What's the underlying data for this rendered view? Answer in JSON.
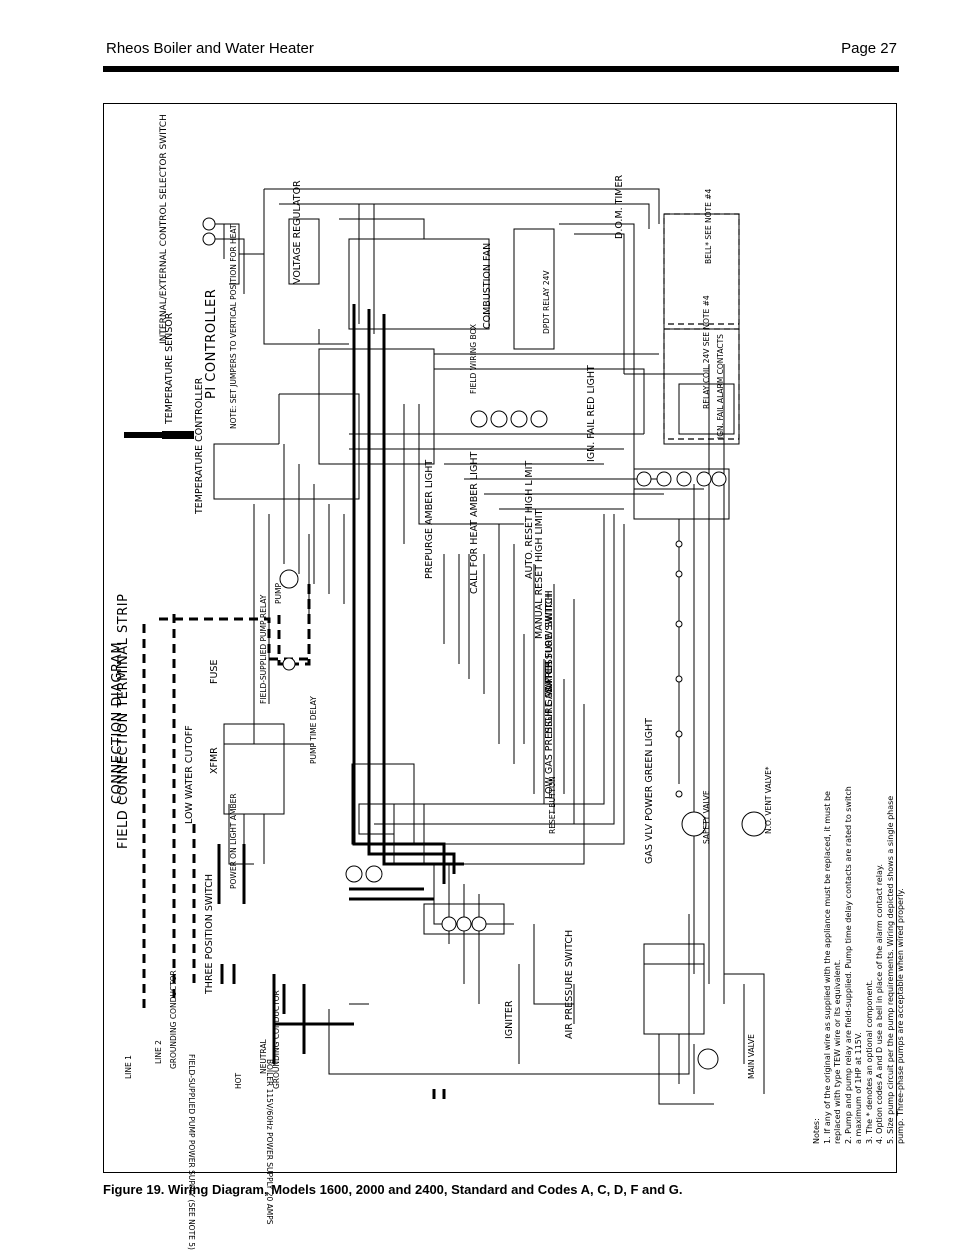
{
  "header": {
    "left_title": "Rheos Boiler and Water Heater",
    "page_number": "Page 27"
  },
  "caption": "Figure 19. Wiring Diagram, Models 1600, 2000 and 2400, Standard and Codes A, C, D, F and G.",
  "diagram": {
    "title": "CONNECTION DIAGRAM",
    "components": {
      "field_terminal": "FIELD CONNECTION TERMINAL STRIP",
      "selector": "INTERNAL/EXTERNAL CONTROL SELECTOR SWITCH",
      "voltage_regulator": "VOLTAGE REGULATOR",
      "combustion_fan": "COMBUSTION FAN",
      "dom_timer": "D.O.M. TIMER",
      "dpdt_relay": "DPDT RELAY 24V",
      "bell": "BELL* SEE NOTE #4",
      "relay_coil": "RELAY COIL 24V SEE NOTE #4",
      "ign_fail_alarm": "IGN. FAIL ALARM CONTACTS",
      "pi_controller": "PI CONTROLLER",
      "pi_note": "NOTE: SET JUMPERS TO VERTICAL POSITION FOR HEAT",
      "temp_sensor": "TEMPERATURE SENSOR",
      "temp_controller": "TEMPERATURE CONTROLLER",
      "field_wiring_box": "FIELD WIRING BOX",
      "ign_fail_light": "IGN. FAIL RED LIGHT",
      "prepurge_light": "PREPURGE AMBER LIGHT",
      "call_for_heat": "CALL FOR HEAT AMBER LIGHT",
      "auto_reset": "AUTO. RESET HIGH LIMIT",
      "manual_reset": "MANUAL RESET HIGH LIMIT",
      "water_flow": "WATER FLOW SWITCH",
      "high_gas": "HIGH GAS PRESSURE SWITCH",
      "low_gas": "LOW GAS PRESSURE SWITCH",
      "gas_valve_light": "GAS VLV POWER GREEN LIGHT",
      "safety_valve": "SAFETY VALVE",
      "nc_vent_valve": "N.O. VENT VALVE*",
      "pump": "PUMP",
      "pump_relay": "FIELD-SUPPLIED PUMP RELAY",
      "pump_delay": "PUMP TIME DELAY",
      "fuse": "FUSE",
      "xfmr": "XFMR",
      "low_water": "LOW WATER CUTOFF",
      "power_on_light": "POWER ON LIGHT AMBER",
      "three_pos": "THREE POSITION SWITCH",
      "line1": "LINE 1",
      "line2": "LINE 2",
      "grounding_conductor": "GROUNDING CONDUCTOR",
      "hot": "HOT",
      "neutral": "NEUTRAL",
      "field_pump_supply": "FIELD-SUPPLIED PUMP POWER SUPPLY (SEE NOTE 5)",
      "boiler_supply": "BOILER 115V/60Hz POWER SUPPLY 20 AMPS",
      "igniter": "IGNITER",
      "air_pressure": "AIR PRESSURE SWITCH",
      "main_valve": "MAIN VALVE",
      "reset_button": "RESET BUTTON"
    },
    "notes": [
      "Notes:",
      "1. If any of the original wire as supplied with the appliance must be replaced, it must be",
      "replaced with type TEW wire or its equivalent.",
      "2. Pump and pump relay are field-supplied. Pump time delay contacts are rated to switch",
      "a maximum of 1HP at 115V.",
      "3. The * denotes an optional component.",
      "4. Option codes A and D use a bell in place of the alarm contact relay.",
      "5. Size pump circuit per the pump requirements. Wiring depicted shows a single phase",
      "pump. Three-phase pumps are acceptable when wired properly."
    ]
  }
}
